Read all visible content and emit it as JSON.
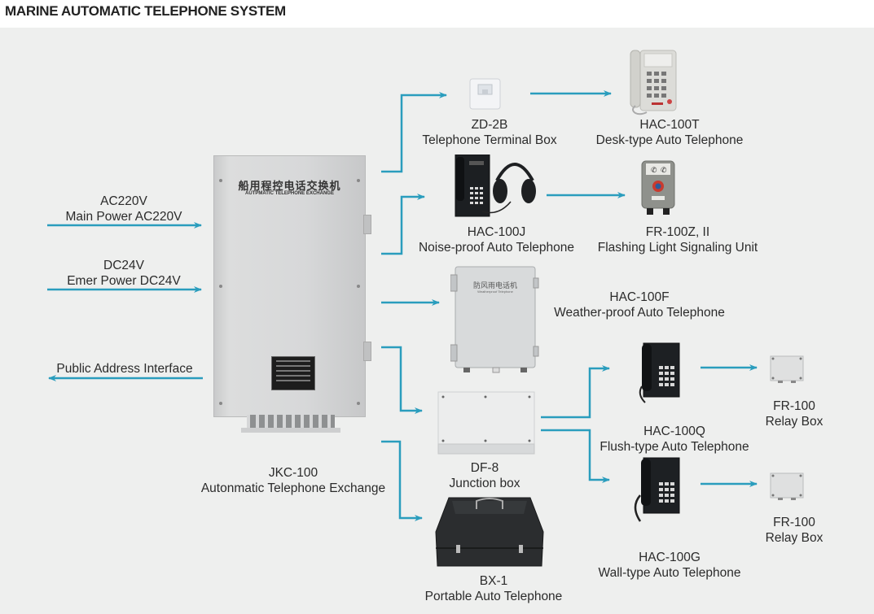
{
  "title": "MARINE AUTOMATIC TELEPHONE SYSTEM",
  "colors": {
    "wire": "#2a9dbd",
    "background": "#eeefee"
  },
  "inputs": [
    {
      "line1": "AC220V",
      "line2": "Main Power AC220V",
      "direction": "in"
    },
    {
      "line1": "DC24V",
      "line2": "Emer Power DC24V",
      "direction": "in"
    },
    {
      "line1": "Public Address Interface",
      "direction": "out"
    }
  ],
  "exchange": {
    "model": "JKC-100",
    "name": "Autonmatic Telephone Exchange",
    "panel_zh": "船用程控电话交换机",
    "panel_en": "AUTPMATIC TELEPHONE EXCHANGE"
  },
  "devices": {
    "zd2b": {
      "model": "ZD-2B",
      "name": "Telephone Terminal Box"
    },
    "hac100t": {
      "model": "HAC-100T",
      "name": "Desk-type Auto Telephone"
    },
    "hac100j": {
      "model": "HAC-100J",
      "name": "Noise-proof Auto Telephone"
    },
    "fr100z": {
      "model": "FR-100Z, II",
      "name": "Flashing Light Signaling Unit"
    },
    "hac100f": {
      "model": "HAC-100F",
      "name": "Weather-proof Auto Telephone",
      "panel_zh": "防风雨电话机",
      "panel_en": "Weatherproof Telephone"
    },
    "df8": {
      "model": "DF-8",
      "name": "Junction box"
    },
    "hac100q": {
      "model": "HAC-100Q",
      "name": "Flush-type Auto Telephone"
    },
    "relay1": {
      "model": "FR-100",
      "name": "Relay Box"
    },
    "hac100g": {
      "model": "HAC-100G",
      "name": "Wall-type Auto Telephone"
    },
    "relay2": {
      "model": "FR-100",
      "name": "Relay Box"
    },
    "bx1": {
      "model": "BX-1",
      "name": "Portable Auto Telephone"
    }
  }
}
